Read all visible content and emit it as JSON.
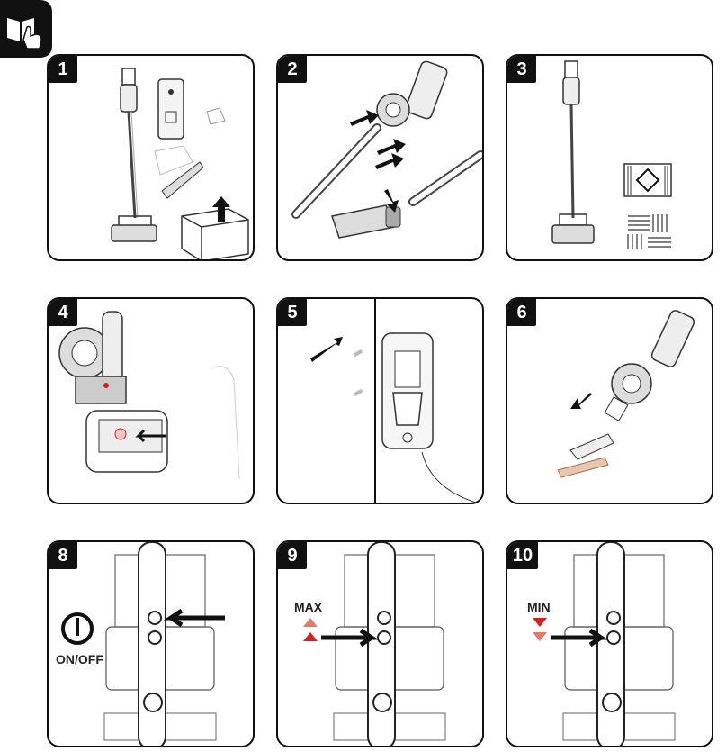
{
  "header": {
    "icon": "manual-hand-icon"
  },
  "steps": [
    {
      "number": "1"
    },
    {
      "number": "2"
    },
    {
      "number": "3"
    },
    {
      "number": "4"
    },
    {
      "number": "5"
    },
    {
      "number": "6"
    },
    {
      "number": "8"
    },
    {
      "number": "9"
    },
    {
      "number": "10"
    }
  ],
  "panel8": {
    "label": "ON/OFF"
  },
  "panel9": {
    "label": "MAX"
  },
  "panel10": {
    "label": "MIN"
  },
  "colors": {
    "up_arrow": "#e07b6a",
    "down_arrow": "#d32020",
    "border": "#111111"
  }
}
